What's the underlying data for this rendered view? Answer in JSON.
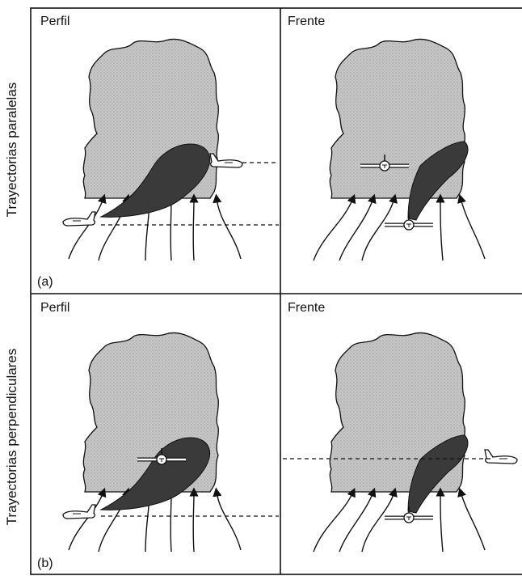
{
  "row_labels": {
    "top": "Trayectorias paralelas",
    "bottom": "Trayectorias perpendiculares"
  },
  "panels": {
    "top_left": "Perfil",
    "top_right": "Frente",
    "bottom_left": "Perfil",
    "bottom_right": "Frente"
  },
  "sub_labels": {
    "a": "(a)",
    "b": "(b)"
  },
  "colors": {
    "cloud": "#c9c9c9",
    "shaft": "#3a3a3a",
    "line": "#111111"
  }
}
